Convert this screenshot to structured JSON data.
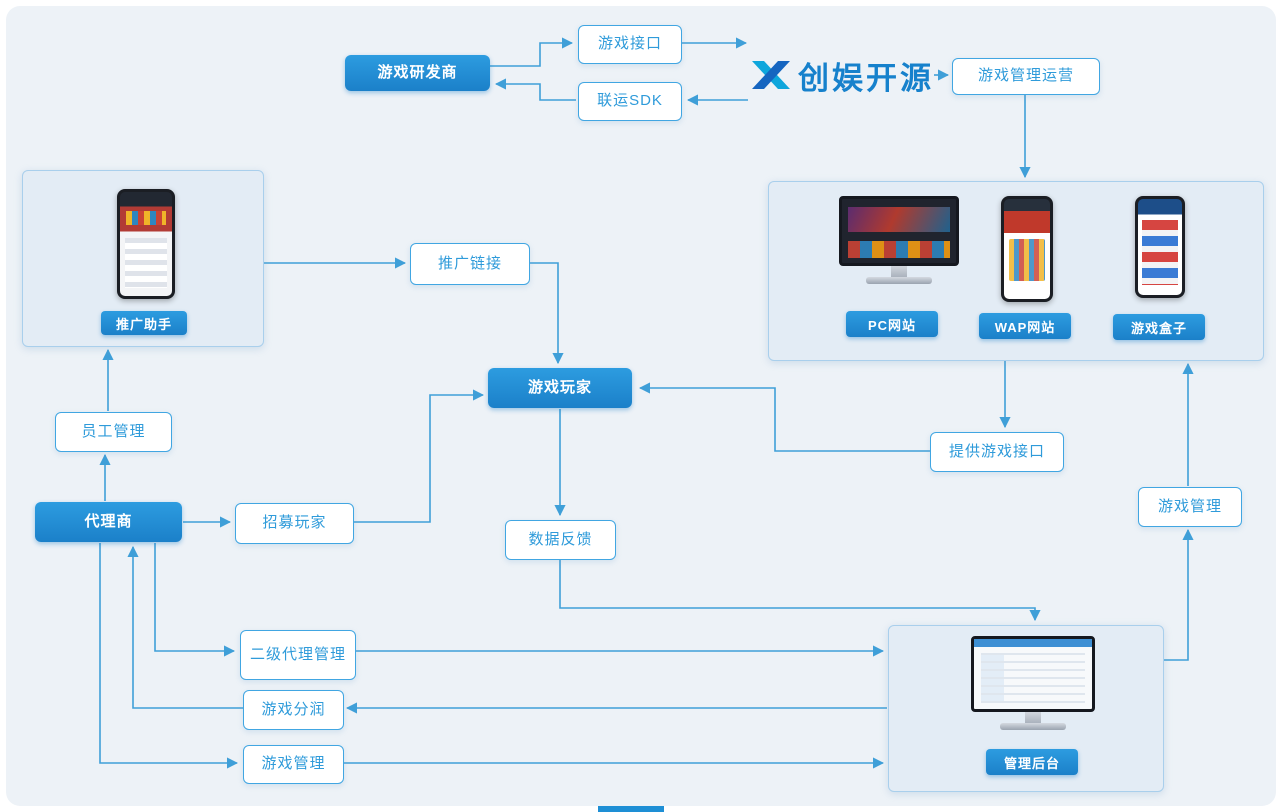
{
  "colors": {
    "accent_blue": "#1e8fd5",
    "node_text_blue": "#2f9bda",
    "connector_blue": "#3f9fd8",
    "panel_fill": "#e3ecf5",
    "background": "#edf2f7"
  },
  "nodes": {
    "developer": "游戏研发商",
    "game_api": "游戏接口",
    "sdk": "联运SDK",
    "brand": "创娱开源",
    "ops": "游戏管理运营",
    "promo_app": "推广助手",
    "promo_link": "推广链接",
    "player": "游戏玩家",
    "staff_mgmt": "员工管理",
    "agent": "代理商",
    "recruit": "招募玩家",
    "feedback": "数据反馈",
    "provide_api": "提供游戏接口",
    "game_mgmt_right": "游戏管理",
    "sub_agent_mgmt": "二级代理管理",
    "profit_share": "游戏分润",
    "game_mgmt_agent": "游戏管理",
    "pc_site": "PC网站",
    "wap_site": "WAP网站",
    "game_box": "游戏盒子",
    "admin_backend": "管理后台"
  }
}
